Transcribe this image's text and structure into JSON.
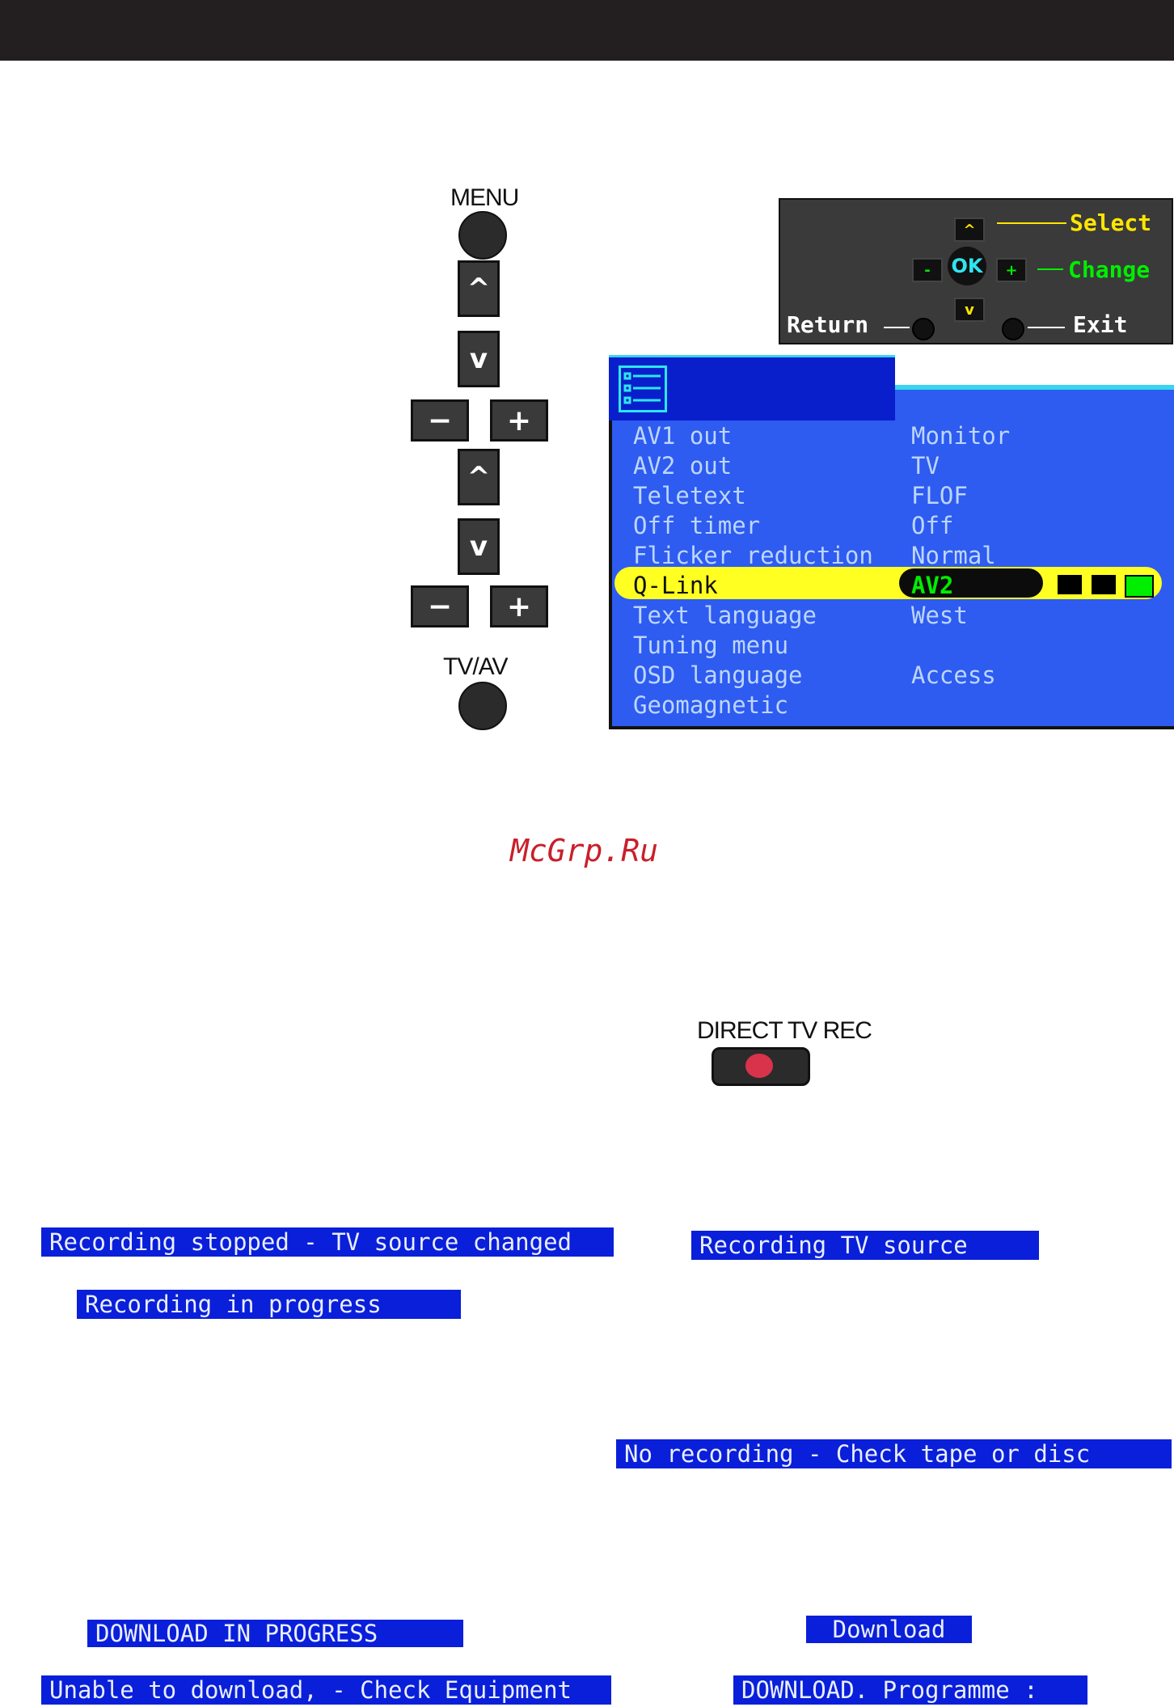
{
  "remote": {
    "menu_label": "MENU",
    "tvav_label": "TV/AV",
    "up_glyph": "^",
    "down_glyph": "v",
    "minus_glyph": "−",
    "plus_glyph": "+"
  },
  "help_box": {
    "up_glyph": "^",
    "down_glyph": "v",
    "ok_label": "OK",
    "minus_glyph": "-",
    "plus_glyph": "+",
    "select_label": "Select",
    "change_label": "Change",
    "return_label": "Return",
    "exit_label": "Exit"
  },
  "menu": {
    "rows": [
      {
        "label": "AV1 out",
        "value": "Monitor"
      },
      {
        "label": "AV2 out",
        "value": "TV"
      },
      {
        "label": "Teletext",
        "value": "FLOF"
      },
      {
        "label": "Off timer",
        "value": "Off"
      },
      {
        "label": "Flicker reduction",
        "value": "Normal"
      },
      {
        "label": "Q-Link",
        "value": "AV2"
      },
      {
        "label": "Text language",
        "value": "West"
      },
      {
        "label": "Tuning menu",
        "value": ""
      },
      {
        "label": "OSD language",
        "value": "Access"
      },
      {
        "label": "Geomagnetic",
        "value": ""
      }
    ],
    "colors": {
      "panel": "#2e5bf0",
      "highlight": "#ffff22",
      "indicator": "#00ee00"
    }
  },
  "watermark": "McGrp.Ru",
  "direct_tv_rec_label": "DIRECT TV REC",
  "messages": {
    "rec_stopped": "Recording stopped - TV source changed",
    "rec_tv_source": "Recording TV source",
    "rec_in_progress": "Recording in progress",
    "no_recording": "No recording - Check tape or disc",
    "download_in_progress": "DOWNLOAD IN PROGRESS",
    "download": "Download",
    "unable_download": "Unable to download, - Check Equipment",
    "download_programme": "DOWNLOAD. Programme :"
  }
}
